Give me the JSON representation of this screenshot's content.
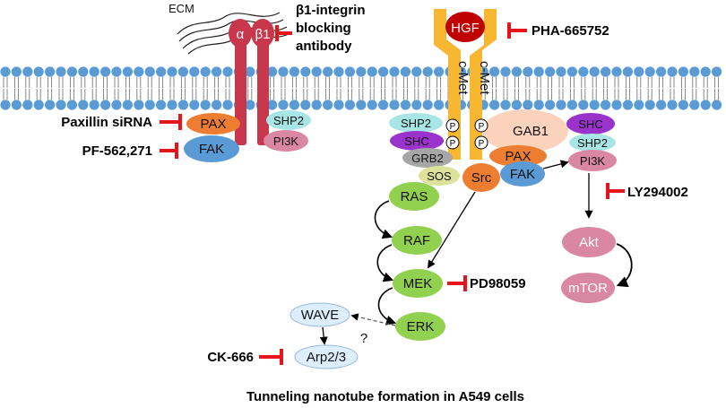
{
  "colors": {
    "lipid_head": "#5b9bd5",
    "lipid_tail": "#7a7a7a",
    "integrin": "#c8374b",
    "cmet": "#f7b731",
    "hgf": "#c00000",
    "inhibitor": "#e8141b",
    "ras_erk": "#92d050",
    "pax_src": "#ed7d31",
    "fak": "#5b9bd5",
    "shp2": "#a8e6e6",
    "shc": "#9933cc",
    "pi3k": "#d987a3",
    "grb2": "#a6a6a6",
    "sos": "#dde29a",
    "gab1": "#fbd3bd",
    "wave": "#ddeeff"
  },
  "labels": {
    "ecm": "ECM",
    "alpha": "α",
    "beta1": "β1",
    "b1_line1": "β1-integrin",
    "b1_line2": "blocking",
    "b1_line3": "antibody",
    "hgf": "HGF",
    "pha": "PHA-665752",
    "cmet": "c-Met",
    "paxillin_sirna": "Paxillin siRNA",
    "pf": "PF-562,271",
    "pax": "PAX",
    "fak": "FAK",
    "shp2": "SHP2",
    "pi3k": "PI3K",
    "shc": "SHC",
    "grb2": "GRB2",
    "sos": "SOS",
    "gab1": "GAB1",
    "src": "Src",
    "p": "P",
    "ras": "RAS",
    "raf": "RAF",
    "mek": "MEK",
    "erk": "ERK",
    "pd": "PD98059",
    "ly": "LY294002",
    "akt": "Akt",
    "mtor": "mTOR",
    "wave": "WAVE",
    "arp": "Arp2/3",
    "ck": "CK-666",
    "question": "?",
    "caption": "Tunneling nanotube formation in A549 cells"
  }
}
